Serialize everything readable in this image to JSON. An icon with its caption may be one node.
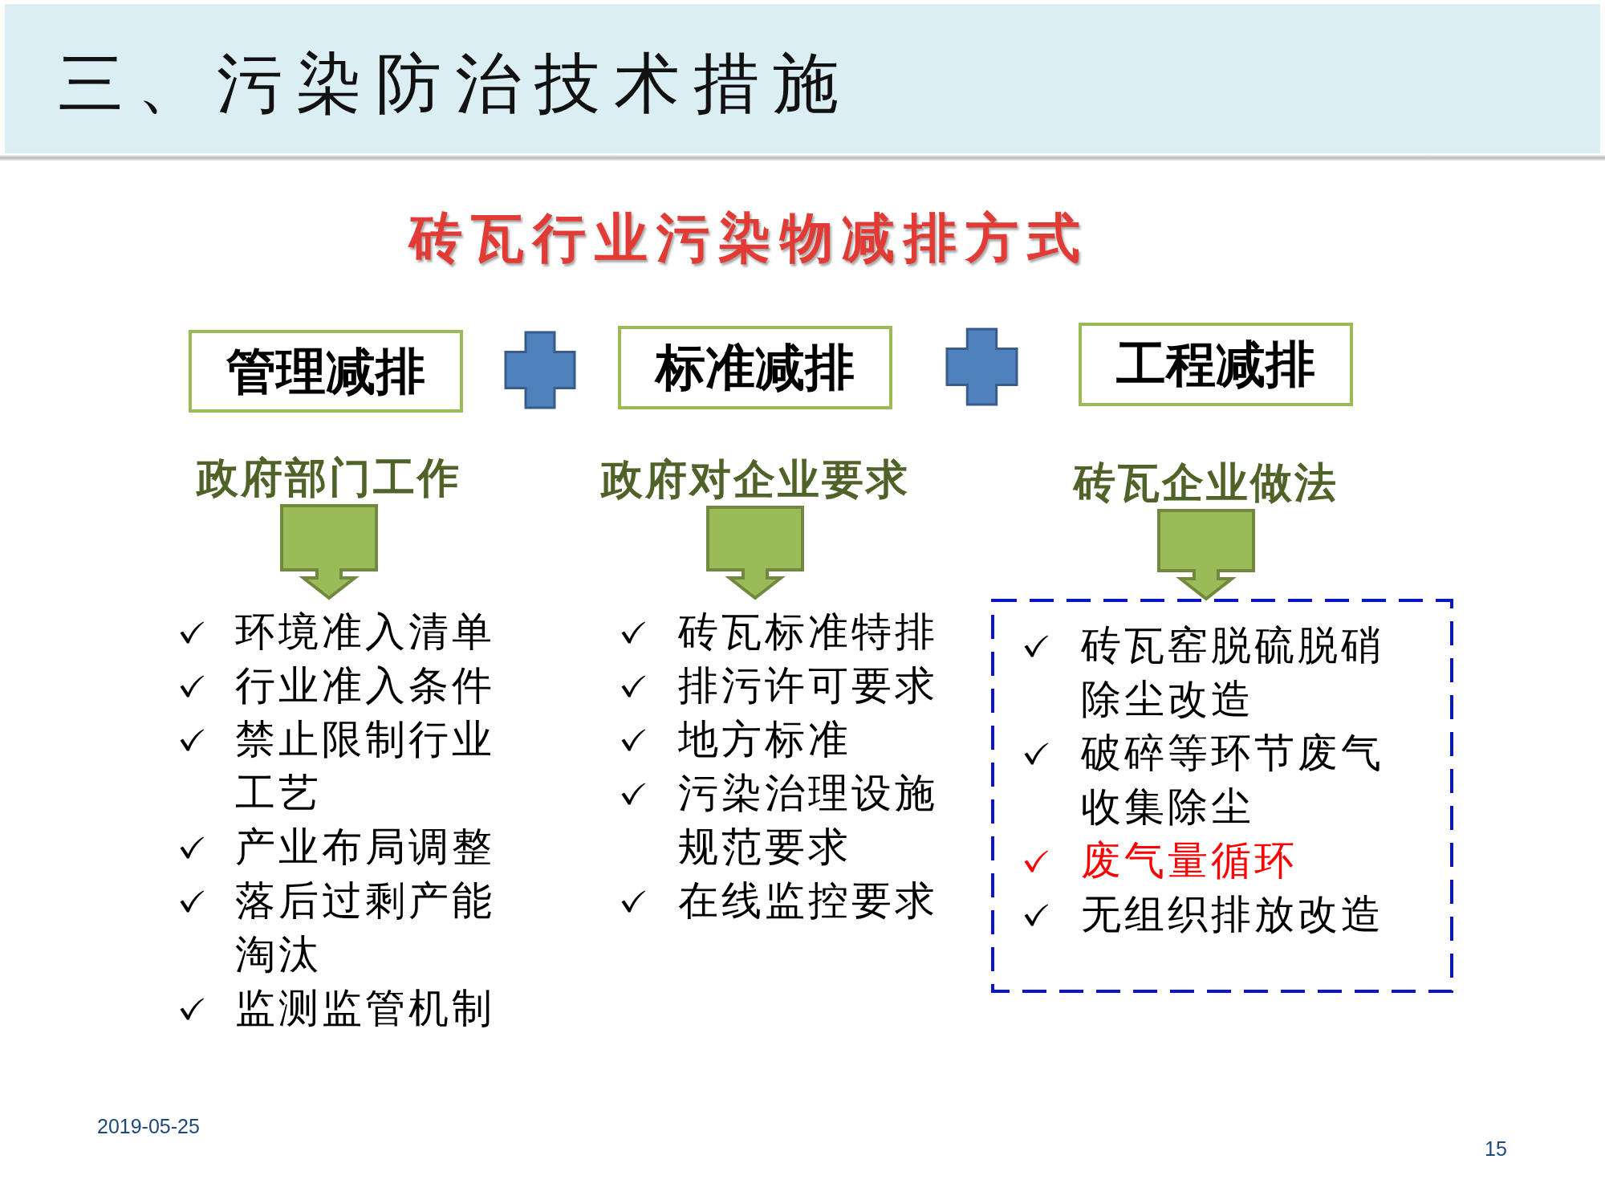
{
  "diagram": {
    "title": "三、污染防治技术措施",
    "nodes": [
      {
        "text": [
          "管理减排"
        ]
      },
      {
        "text": [
          "标准减排"
        ]
      },
      {
        "text": [
          "工程减排"
        ]
      },
      {
        "text": [
          "政府部门工作"
        ]
      },
      {
        "text": [
          "政府对企业要求"
        ]
      },
      {
        "text": [
          "砖瓦企业做法"
        ]
      },
      {
        "text": [
          "环境准入清单",
          "行业准入条件",
          "禁止限制行业工艺",
          "产业布局调整",
          "落后过剩产能淘汰",
          "监测监管机制"
        ]
      },
      {
        "text": [
          "砖瓦标准特排",
          "排污许可要求",
          "地方标准",
          "污染治理设施规范要求",
          "在线监控要求"
        ]
      },
      {
        "text": [
          "砖瓦窑脱硫脱硝除尘改造",
          "破碎等环节废气收集除尘",
          "废气量循环",
          "无组织排放改造"
        ]
      }
    ],
    "edges": [
      {
        "from": 3,
        "to": 6,
        "arrow": "to"
      },
      {
        "from": 4,
        "to": 7,
        "arrow": "to"
      },
      {
        "from": 5,
        "to": 8,
        "arrow": "to"
      }
    ],
    "labels": [
      "砖瓦行业污染物减排方式",
      "2019-05-25",
      "15"
    ]
  }
}
